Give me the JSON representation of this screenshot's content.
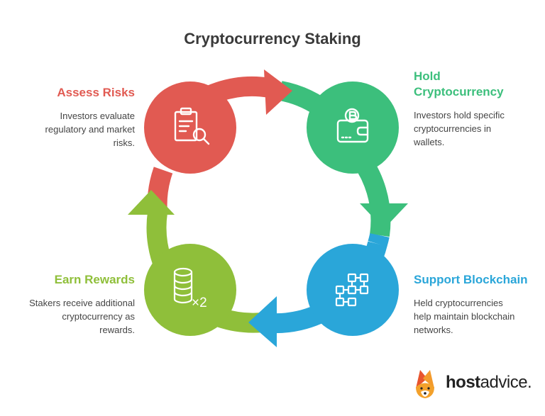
{
  "title": "Cryptocurrency Staking",
  "steps": [
    {
      "key": "assess",
      "title": "Assess Risks",
      "desc": [
        "Investors evaluate",
        "regulatory and market",
        "risks."
      ],
      "color": "#e15a52",
      "icon": "clipboard-search-icon"
    },
    {
      "key": "hold",
      "title": [
        "Hold",
        "Cryptocurrency"
      ],
      "desc": [
        "Investors hold specific",
        "cryptocurrencies in",
        "wallets."
      ],
      "color": "#3cbf7c",
      "icon": "wallet-bitcoin-icon"
    },
    {
      "key": "support",
      "title": "Support Blockchain",
      "desc": [
        "Held cryptocurrencies",
        "help maintain blockchain",
        "networks."
      ],
      "color": "#2aa6d9",
      "icon": "blockchain-network-icon"
    },
    {
      "key": "earn",
      "title": "Earn Rewards",
      "desc": [
        "Stakers receive additional",
        "cryptocurrency as",
        "rewards."
      ],
      "color": "#8fbf3a",
      "icon": "coins-multiply-icon"
    }
  ],
  "icon_text": {
    "multiplier": "×2"
  },
  "brand": {
    "bold": "host",
    "light": "advice."
  }
}
